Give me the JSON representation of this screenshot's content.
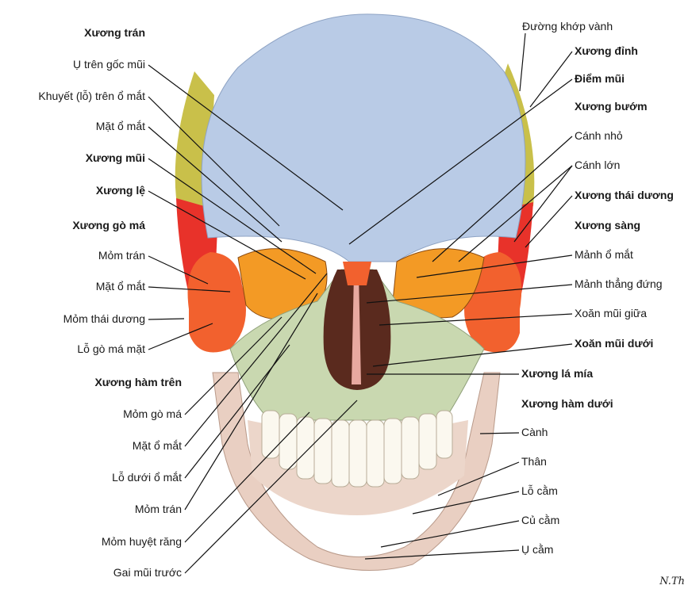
{
  "colors": {
    "frontal": "#b9cbe6",
    "parietal": "#c9c04a",
    "temporal": "#e8322a",
    "zygomatic": "#f2612e",
    "sphenoid": "#f39a25",
    "maxilla": "#c9d8b0",
    "mandible": "#e9cfc2",
    "nasal_cavity": "#5a2a1e",
    "teeth": "#fbf8ef"
  },
  "left_labels": [
    {
      "text": "Xương trán",
      "bold": true
    },
    {
      "text": "Ụ trên gốc mũi",
      "bold": false
    },
    {
      "text": "Khuyết (lỗ) trên ổ mắt",
      "bold": false
    },
    {
      "text": "Mặt ổ mắt",
      "bold": false
    },
    {
      "text": "Xương mũi",
      "bold": true
    },
    {
      "text": "Xương lệ",
      "bold": true
    },
    {
      "text": "Xương gò má",
      "bold": true
    },
    {
      "text": "Mỏm trán",
      "bold": false
    },
    {
      "text": "Mặt ổ mắt",
      "bold": false
    },
    {
      "text": "Mỏm thái dương",
      "bold": false
    },
    {
      "text": "Lỗ gò má mặt",
      "bold": false
    },
    {
      "text": "Xương hàm trên",
      "bold": true
    },
    {
      "text": "Mỏm gò má",
      "bold": false
    },
    {
      "text": "Mặt ổ mắt",
      "bold": false
    },
    {
      "text": "Lỗ dưới ổ mắt",
      "bold": false
    },
    {
      "text": "Mỏm trán",
      "bold": false
    },
    {
      "text": "Mỏm huyệt răng",
      "bold": false
    },
    {
      "text": "Gai mũi trước",
      "bold": false
    }
  ],
  "right_labels": [
    {
      "text": "Đường khớp vành",
      "bold": false
    },
    {
      "text": "Xương đỉnh",
      "bold": true
    },
    {
      "text": "Điểm mũi",
      "bold": true
    },
    {
      "text": "Xương bướm",
      "bold": true
    },
    {
      "text": "Cánh nhỏ",
      "bold": false
    },
    {
      "text": "Cánh lớn",
      "bold": false
    },
    {
      "text": "Xương thái dương",
      "bold": true
    },
    {
      "text": "Xương sàng",
      "bold": true
    },
    {
      "text": "Mảnh ổ mắt",
      "bold": false
    },
    {
      "text": "Mảnh thẳng đứng",
      "bold": false
    },
    {
      "text": "Xoăn mũi giữa",
      "bold": false
    },
    {
      "text": "Xoăn mũi dưới",
      "bold": true
    },
    {
      "text": "Xương lá mía",
      "bold": true
    },
    {
      "text": "Xương hàm dưới",
      "bold": true
    },
    {
      "text": "Cành",
      "bold": false
    },
    {
      "text": "Thân",
      "bold": false
    },
    {
      "text": "Lỗ cằm",
      "bold": false
    },
    {
      "text": "Củ cằm",
      "bold": false
    },
    {
      "text": "Ụ cằm",
      "bold": false
    }
  ],
  "signature": "N.Th"
}
